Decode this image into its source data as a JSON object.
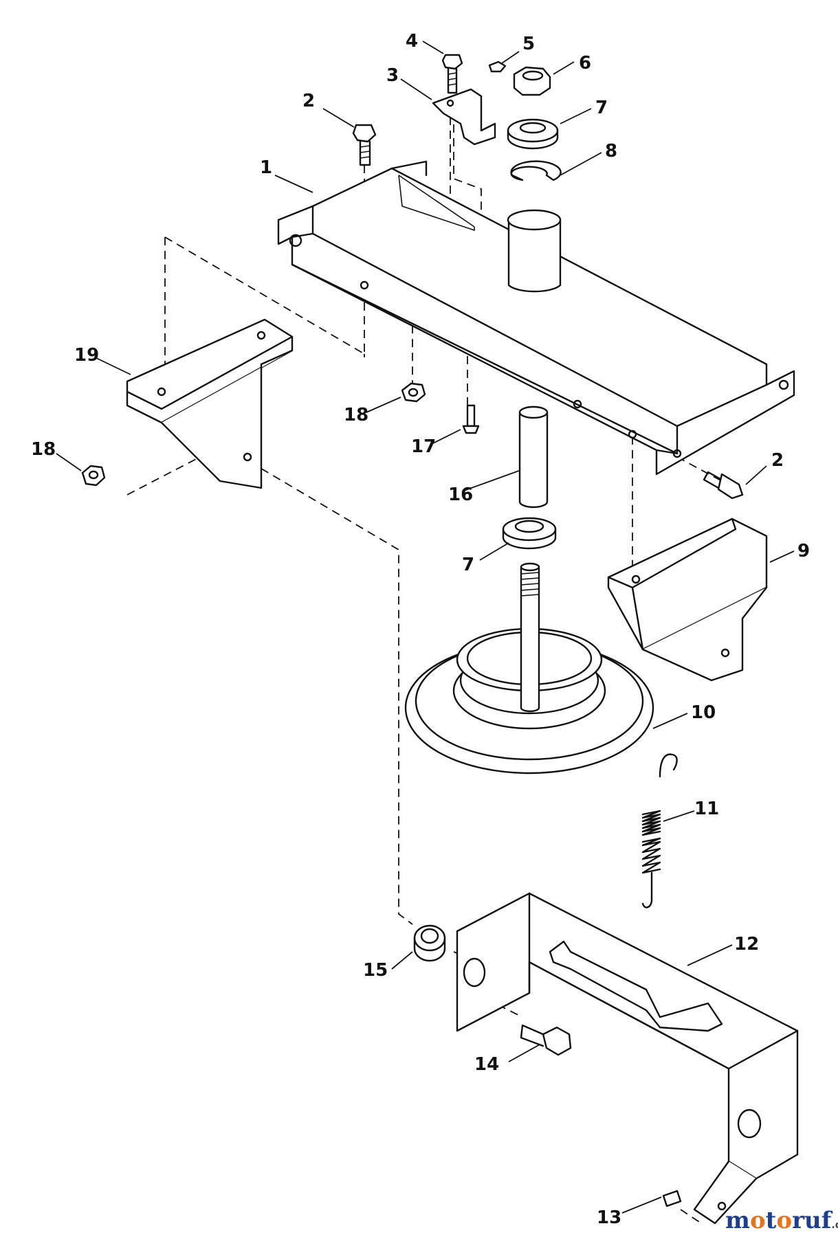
{
  "callouts": [
    {
      "id": "c1",
      "text": "1"
    },
    {
      "id": "c2a",
      "text": "2"
    },
    {
      "id": "c2b",
      "text": "2"
    },
    {
      "id": "c3",
      "text": "3"
    },
    {
      "id": "c4",
      "text": "4"
    },
    {
      "id": "c5",
      "text": "5"
    },
    {
      "id": "c6",
      "text": "6"
    },
    {
      "id": "c7a",
      "text": "7"
    },
    {
      "id": "c7b",
      "text": "7"
    },
    {
      "id": "c8",
      "text": "8"
    },
    {
      "id": "c9",
      "text": "9"
    },
    {
      "id": "c10",
      "text": "10"
    },
    {
      "id": "c11",
      "text": "11"
    },
    {
      "id": "c12",
      "text": "12"
    },
    {
      "id": "c13",
      "text": "13"
    },
    {
      "id": "c14",
      "text": "14"
    },
    {
      "id": "c15",
      "text": "15"
    },
    {
      "id": "c16",
      "text": "16"
    },
    {
      "id": "c17",
      "text": "17"
    },
    {
      "id": "c18a",
      "text": "18"
    },
    {
      "id": "c18b",
      "text": "18"
    },
    {
      "id": "c19",
      "text": "19"
    }
  ],
  "watermark": {
    "brand": "motoruf",
    "suffix": ".de"
  },
  "colors": {
    "line": "#111111",
    "background": "#ffffff",
    "watermark_m": "#1e3f8f",
    "watermark_o": "#e8731c"
  }
}
